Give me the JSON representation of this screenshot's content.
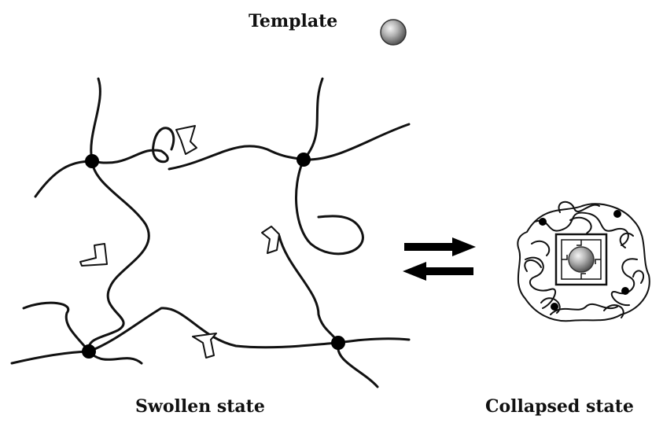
{
  "labels": {
    "template": "Template",
    "swollen": "Swollen state",
    "collapsed": "Collapsed state"
  },
  "colors": {
    "chain": "#111111",
    "crosslink": "#000000",
    "template_sphere": "#9a9a9a",
    "background": "#ffffff"
  },
  "icons": [
    "template-sphere",
    "crosslink-node",
    "monomer-site",
    "equilibrium-arrows"
  ]
}
